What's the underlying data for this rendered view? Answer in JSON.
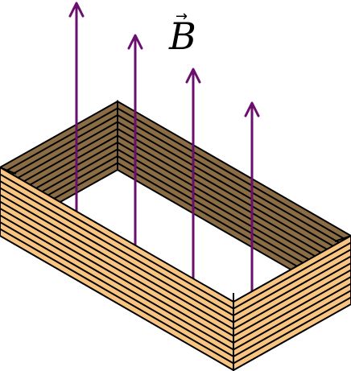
{
  "field": {
    "symbol": "B",
    "vector_mark": "⃗",
    "arrow_count": 4,
    "arrow_color": "#6a0f6e"
  },
  "coil": {
    "turns_visible": 10,
    "outer_color": "#f7c481",
    "inner_color": "#8b6d45",
    "winding_color": "#000000"
  }
}
